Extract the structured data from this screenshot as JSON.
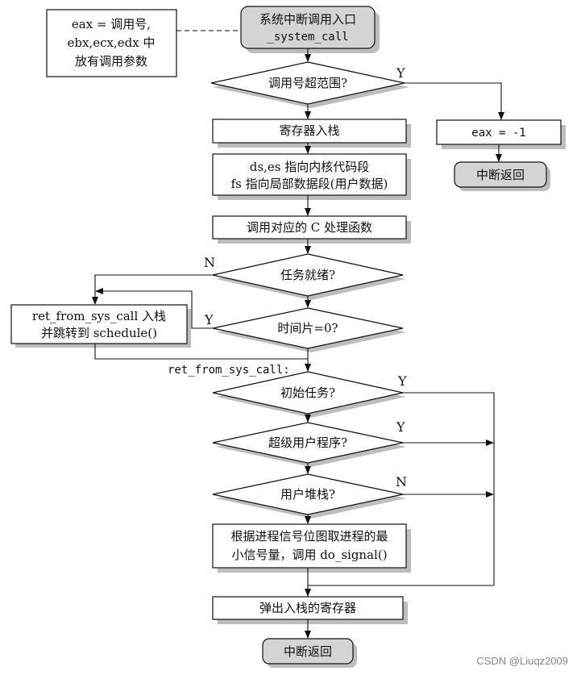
{
  "diagram": {
    "note": {
      "line1": "eax = 调用号,",
      "line2": "ebx,ecx,edx 中",
      "line3": "放有调用参数"
    },
    "start": {
      "line1": "系统中断调用入口",
      "line2": "_system_call"
    },
    "check_range": "调用号超范围?",
    "set_eax": "eax = -1",
    "return_error": "中断返回",
    "push_regs": "寄存器入栈",
    "seg_setup": {
      "line1": "ds,es 指向内核代码段",
      "line2": "fs 指向局部数据段(用户数据)"
    },
    "call_c": "调用对应的 C 处理函数",
    "task_ready": "任务就绪?",
    "time_slice": "时间片=0?",
    "schedule": {
      "line1": "ret_from_sys_call 入栈",
      "line2": "并跳转到 schedule()"
    },
    "ret_label": "ret_from_sys_call:",
    "init_task": "初始任务?",
    "supervisor": "超级用户程序?",
    "user_stack": "用户堆栈?",
    "signal": {
      "line1": "根据进程信号位图取进程的最",
      "line2": "小信号量，调用 do_signal()"
    },
    "pop_regs": "弹出入栈的寄存器",
    "return_final": "中断返回",
    "labels": {
      "y_range": "Y",
      "n_ready": "N",
      "y_slice": "Y",
      "y_init": "Y",
      "y_super": "Y",
      "n_stack": "N"
    }
  },
  "watermark": "CSDN @Liuqz2009"
}
